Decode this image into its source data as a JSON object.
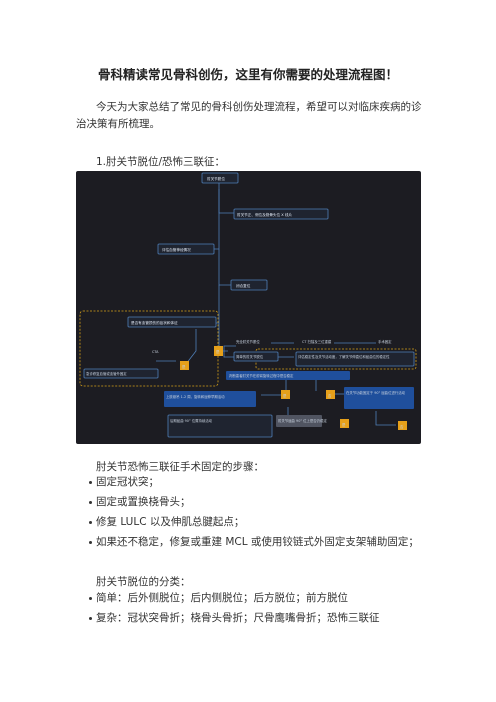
{
  "article": {
    "title": "骨科精读常见骨科创伤，这里有你需要的处理流程图！",
    "intro": "今天为大家总结了常见的骨科创伤处理流程，希望可以对临床疾病的诊治决策有所梳理。",
    "section1_heading": "1.肘关节脱位/恐怖三联征：",
    "section2_heading": "肘关节恐怖三联征手术固定的步骤：",
    "section2_items": [
      "固定冠状突；",
      "固定或置换桡骨头；",
      "修复 LULC 以及伸肌总腱起点；",
      "如果还不稳定，修复或重建 MCL 或使用铰链式外固定支架辅助固定；"
    ],
    "section3_heading": "肘关节脱位的分类：",
    "section3_items": [
      "简单：后外侧脱位；后内侧脱位；后方脱位；前方脱位",
      "复杂：冠状突骨折；桡骨头骨折；尺骨鹰嘴骨折；恐怖三联征"
    ]
  },
  "flowchart": {
    "top": "肘关节脱位",
    "n_xray": "肘关节正、侧位及桡骨头位 X 线片",
    "n_neuro": "评估血管神经情况",
    "n_reduce": "闭合复位",
    "n_ask": "是否有血管损伤的症状和体征",
    "n_cta": "CTA",
    "n_yes1": "是",
    "n_repair": "急诊修复血管或血管外固定",
    "n_complete": "完全肘关节脱位",
    "n_ct": "CT 扫描及三位重建",
    "n_surgery": "手术固定",
    "n_yes2": "是",
    "n_simple": "简单的肘关节脱位",
    "n_eval": "评估稳定性及关节活动度，了解关节伸直位和屈曲位的稳定性",
    "n_judge": "判断患者肘关节在前臂旋转过程中是否稳定",
    "n_stable": "是",
    "n_unstable": "否",
    "n_splint": "上肢悬吊 1-2 周，旋转和屈伸早期活动",
    "n_fixed": "在关节功能固定于 90° 屈曲位进行活动",
    "n_rehab": "后期屈曲 90° 位置持续活动",
    "n_check": "肘关节屈曲 90° 位上是否仍稳定",
    "n_yes3": "是",
    "n_no": "否"
  }
}
